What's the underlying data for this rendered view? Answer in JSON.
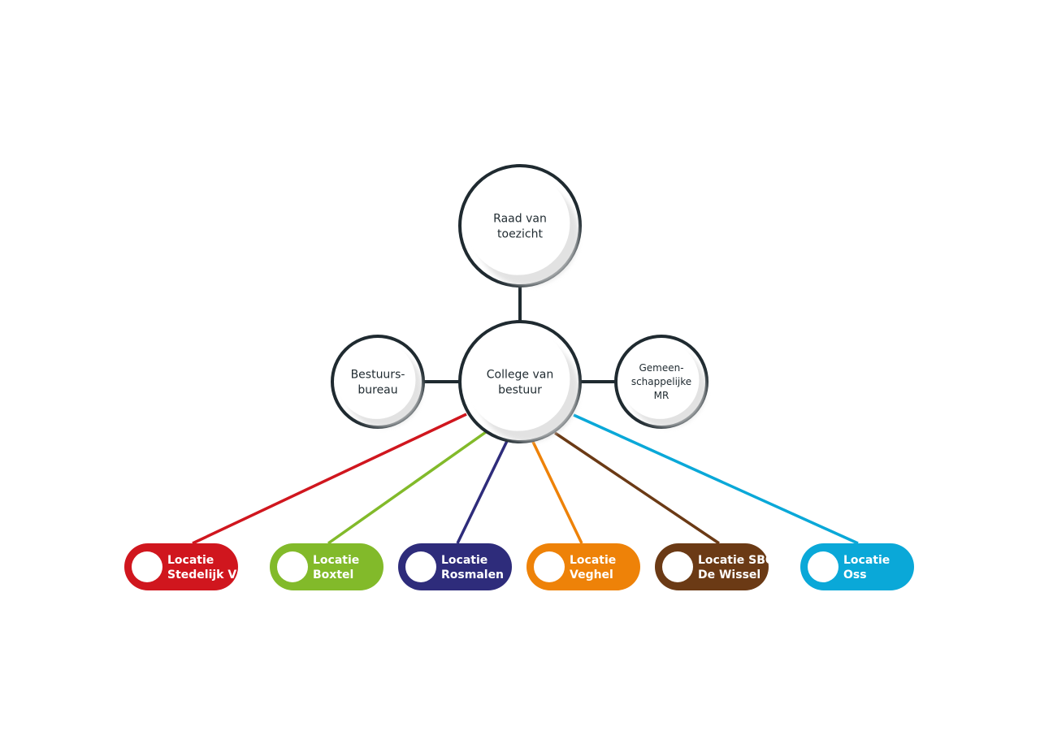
{
  "colors": {
    "node_stroke": "#1f2a30",
    "node_fill": "#ffffff",
    "node_inner_shadow": "#d9d9d9",
    "connector": "#1f2a30",
    "text": "#1f2a30"
  },
  "nodes": {
    "raad": {
      "lines": [
        "Raad van",
        "toezicht"
      ]
    },
    "college": {
      "lines": [
        "College van",
        "bestuur"
      ]
    },
    "bestuursbureau": {
      "lines": [
        "Bestuurs-",
        "bureau"
      ]
    },
    "mr": {
      "lines": [
        "Gemeen-",
        "schappelijke",
        "MR"
      ]
    }
  },
  "locations": [
    {
      "lines": [
        "Locatie",
        "Stedelijk VSO"
      ],
      "color": "#d0161e"
    },
    {
      "lines": [
        "Locatie",
        "Boxtel"
      ],
      "color": "#82ba2a"
    },
    {
      "lines": [
        "Locatie",
        "Rosmalen"
      ],
      "color": "#2e2c7b"
    },
    {
      "lines": [
        "Locatie",
        "Veghel"
      ],
      "color": "#ee8208"
    },
    {
      "lines": [
        "Locatie SBO",
        "De Wissel"
      ],
      "color": "#6b3a15"
    },
    {
      "lines": [
        "Locatie",
        "Oss"
      ],
      "color": "#0aa8d8"
    }
  ]
}
